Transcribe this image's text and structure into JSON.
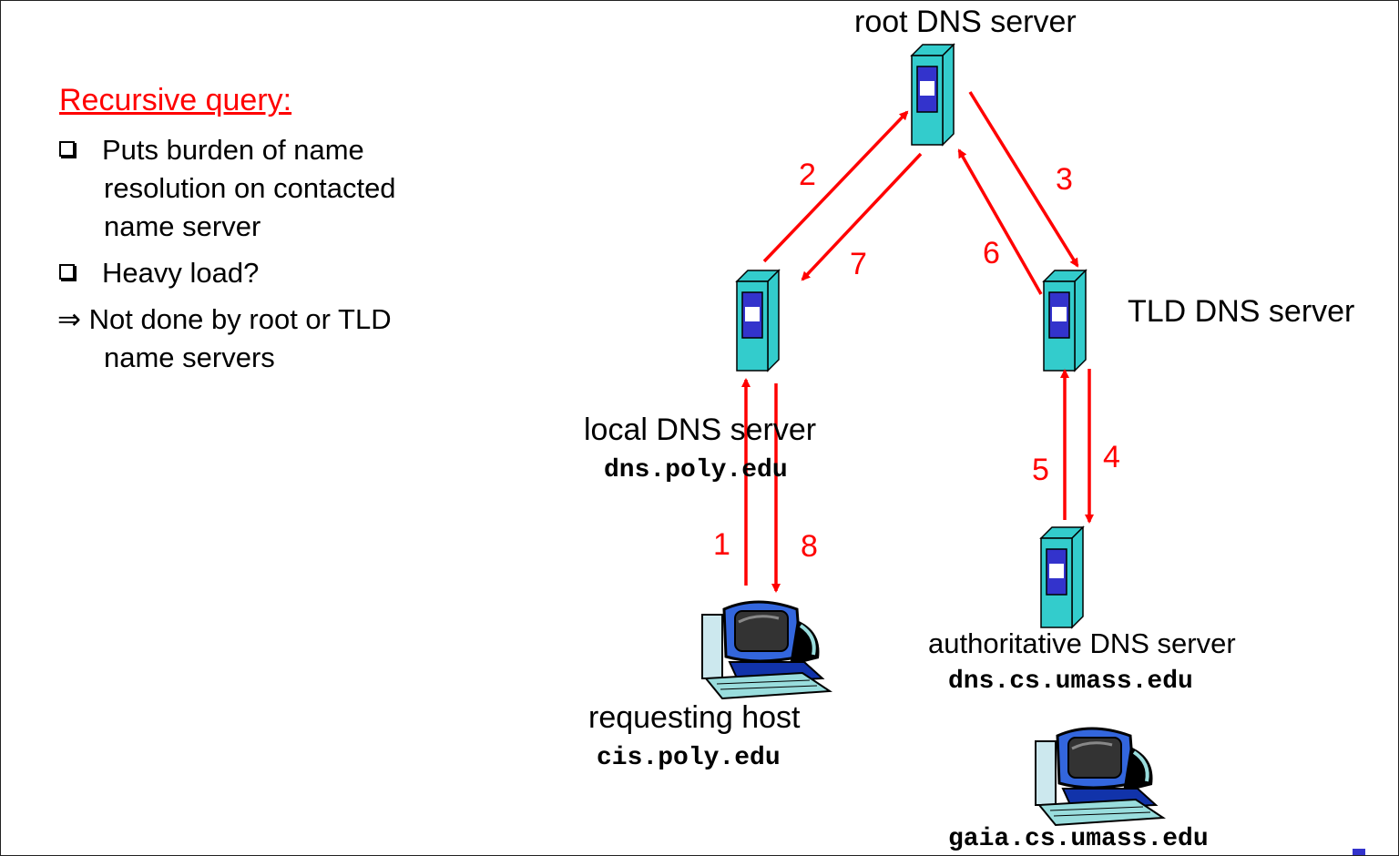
{
  "left_panel": {
    "title": "Recursive query:",
    "bullets": [
      {
        "marker": "checkbox",
        "lines": [
          "Puts burden of name",
          "resolution on contacted",
          "name server"
        ]
      },
      {
        "marker": "checkbox",
        "lines": [
          "Heavy load?"
        ]
      },
      {
        "marker": "⇒",
        "lines": [
          "Not done by root or TLD",
          "name servers"
        ]
      }
    ]
  },
  "nodes": {
    "root": {
      "label": "root DNS server",
      "icon": "server-icon"
    },
    "tld": {
      "label": "TLD DNS server",
      "icon": "server-icon"
    },
    "local": {
      "label": "local DNS server",
      "host": "dns.poly.edu",
      "icon": "server-icon"
    },
    "authoritative": {
      "label": "authoritative DNS server",
      "host": "dns.cs.umass.edu",
      "icon": "server-icon"
    },
    "requesting": {
      "label": "requesting host",
      "host": "cis.poly.edu",
      "icon": "computer-icon"
    },
    "target": {
      "host": "gaia.cs.umass.edu",
      "icon": "computer-icon"
    }
  },
  "steps": [
    "1",
    "2",
    "3",
    "4",
    "5",
    "6",
    "7",
    "8"
  ],
  "colors": {
    "arrow": "#ff0000",
    "server_body": "#33cccc",
    "server_panel": "#3333cc",
    "title": "#ff0000"
  }
}
